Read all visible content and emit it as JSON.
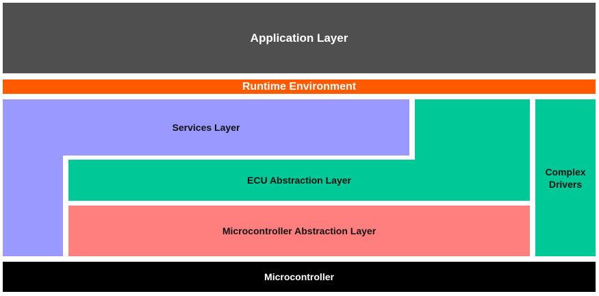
{
  "layers": {
    "application": "Application Layer",
    "runtime": "Runtime Environment",
    "services": "Services Layer",
    "ecu_abstraction": "ECU Abstraction Layer",
    "mcal": "Microcontroller Abstraction Layer",
    "complex_drivers": "Complex Drivers",
    "microcontroller": "Microcontroller"
  },
  "colors": {
    "application": "#4f4f4f",
    "runtime": "#ff5a00",
    "services": "#9999ff",
    "ecu_abstraction": "#00c896",
    "mcal": "#ff7f7f",
    "complex_drivers": "#00c896",
    "microcontroller": "#000000"
  }
}
